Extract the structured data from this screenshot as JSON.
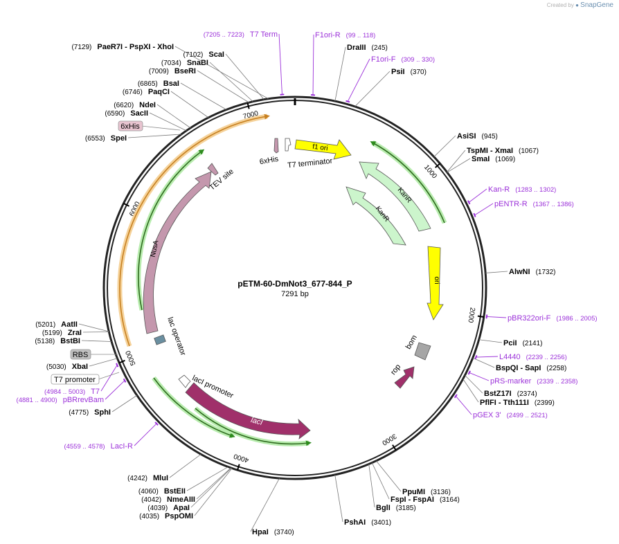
{
  "header": {
    "credit_prefix": "Created by",
    "brand": "SnapGene"
  },
  "plasmid": {
    "name": "pETM-60-DmNot3_677-844_P",
    "size_label": "7291 bp",
    "length": 7291
  },
  "tick_labels": [
    {
      "pos": 1000,
      "label": "1000"
    },
    {
      "pos": 2000,
      "label": "2000"
    },
    {
      "pos": 3000,
      "label": "3000"
    },
    {
      "pos": 4000,
      "label": "4000"
    },
    {
      "pos": 5000,
      "label": "5000"
    },
    {
      "pos": 6000,
      "label": "6000"
    },
    {
      "pos": 7000,
      "label": "7000"
    }
  ],
  "enzyme_sites": [
    {
      "pos": 245,
      "label": "DraIII",
      "pos_text": "(245)"
    },
    {
      "pos": 370,
      "label": "PsiI",
      "pos_text": "(370)"
    },
    {
      "pos": 945,
      "label": "AsiSI",
      "pos_text": "(945)"
    },
    {
      "pos": 1067,
      "label": "TspMI",
      "label2": "XmaI",
      "pos_text": "(1067)"
    },
    {
      "pos": 1069,
      "label": "SmaI",
      "pos_text": "(1069)"
    },
    {
      "pos": 1732,
      "label": "AlwNI",
      "pos_text": "(1732)"
    },
    {
      "pos": 2141,
      "label": "PciI",
      "pos_text": "(2141)"
    },
    {
      "pos": 2258,
      "label": "BspQI",
      "label2": "SapI",
      "pos_text": "(2258)"
    },
    {
      "pos": 2374,
      "label": "BstZ17I",
      "pos_text": "(2374)"
    },
    {
      "pos": 2399,
      "label": "PflFI",
      "label2": "Tth111I",
      "pos_text": "(2399)"
    },
    {
      "pos": 3136,
      "label": "PpuMI",
      "pos_text": "(3136)"
    },
    {
      "pos": 3164,
      "label": "FspI",
      "label2": "FspAI",
      "pos_text": "(3164)"
    },
    {
      "pos": 3185,
      "label": "BglI",
      "pos_text": "(3185)"
    },
    {
      "pos": 3401,
      "label": "PshAI",
      "pos_text": "(3401)"
    },
    {
      "pos": 3740,
      "label": "HpaI",
      "pos_text": "(3740)"
    },
    {
      "pos": 4035,
      "label": "PspOMI",
      "pos_text": "(4035)"
    },
    {
      "pos": 4039,
      "label": "ApaI",
      "pos_text": "(4039)"
    },
    {
      "pos": 4042,
      "label": "NmeAIII",
      "pos_text": "(4042)"
    },
    {
      "pos": 4060,
      "label": "BstEII",
      "pos_text": "(4060)"
    },
    {
      "pos": 4242,
      "label": "MluI",
      "pos_text": "(4242)"
    },
    {
      "pos": 4775,
      "label": "SphI",
      "pos_text": "(4775)"
    },
    {
      "pos": 5030,
      "label": "XbaI",
      "pos_text": "(5030)"
    },
    {
      "pos": 5138,
      "label": "BstBI",
      "pos_text": "(5138)"
    },
    {
      "pos": 5199,
      "label": "ZraI",
      "pos_text": "(5199)"
    },
    {
      "pos": 5201,
      "label": "AatII",
      "pos_text": "(5201)"
    },
    {
      "pos": 6553,
      "label": "SpeI",
      "pos_text": "(6553)"
    },
    {
      "pos": 6590,
      "label": "SacII",
      "pos_text": "(6590)"
    },
    {
      "pos": 6620,
      "label": "NdeI",
      "pos_text": "(6620)"
    },
    {
      "pos": 6746,
      "label": "PaqCI",
      "pos_text": "(6746)"
    },
    {
      "pos": 6865,
      "label": "BsaI",
      "pos_text": "(6865)"
    },
    {
      "pos": 7009,
      "label": "BseRI",
      "pos_text": "(7009)"
    },
    {
      "pos": 7034,
      "label": "SnaBI",
      "pos_text": "(7034)"
    },
    {
      "pos": 7102,
      "label": "ScaI",
      "pos_text": "(7102)"
    },
    {
      "pos": 7129,
      "label": "PaeR7I",
      "label2": "PspXI",
      "label3": "XhoI",
      "pos_text": "(7129)"
    }
  ],
  "primers": [
    {
      "pos": 108,
      "label": "F1ori-R",
      "range": "(99 .. 118)",
      "dir": -1
    },
    {
      "pos": 320,
      "label": "F1ori-F",
      "range": "(309 .. 330)",
      "dir": 1
    },
    {
      "pos": 1292,
      "label": "Kan-R",
      "range": "(1283 .. 1302)",
      "dir": -1
    },
    {
      "pos": 1376,
      "label": "pENTR-R",
      "range": "(1367 .. 1386)",
      "dir": -1
    },
    {
      "pos": 1995,
      "label": "pBR322ori-F",
      "range": "(1986 .. 2005)",
      "dir": 1
    },
    {
      "pos": 2247,
      "label": "L4440",
      "range": "(2239 .. 2256)",
      "dir": -1
    },
    {
      "pos": 2348,
      "label": "pRS-marker",
      "range": "(2339 .. 2358)",
      "dir": -1
    },
    {
      "pos": 2510,
      "label": "pGEX 3'",
      "range": "(2499 .. 2521)",
      "dir": -1
    },
    {
      "pos": 4568,
      "label": "LacI-R",
      "range": "(4559 .. 4578)",
      "dir": 1
    },
    {
      "pos": 4890,
      "label": "pBRrevBam",
      "range": "(4881 .. 4900)",
      "dir": -1
    },
    {
      "pos": 4993,
      "label": "T7",
      "range": "(4984 .. 5003)",
      "dir": 1
    },
    {
      "pos": 7214,
      "label": "T7 Term",
      "range": "(7205 .. 7223)",
      "dir": -1
    }
  ],
  "features": [
    {
      "label": "f1 ori",
      "color": "#ffff00"
    },
    {
      "label": "T7 terminator",
      "color": "#ffffff"
    },
    {
      "label": "6xHis",
      "color": "#c497ad"
    },
    {
      "label": "TEV site",
      "color": "#c497ad"
    },
    {
      "label": "KanR",
      "color": "#ccf5cc"
    },
    {
      "label": "ori",
      "color": "#ffff00"
    },
    {
      "label": "bom",
      "color": "#a6a6a6"
    },
    {
      "label": "rop",
      "color": "#a0306a"
    },
    {
      "label": "lacI",
      "color": "#a0306a"
    },
    {
      "label": "lacI promoter",
      "color": "#ffffff"
    },
    {
      "label": "lac operator",
      "color": "#ffffff"
    },
    {
      "label": "NusA",
      "color": "#c497ad"
    }
  ],
  "boxed_labels": [
    {
      "label": "6xHis",
      "color": "#e8c4d0"
    },
    {
      "label": "RBS",
      "color": "#c0c0c0"
    },
    {
      "label": "T7 promoter",
      "color": "#ffffff"
    }
  ],
  "colors": {
    "enzyme": "#000000",
    "primer": "#9b30d9",
    "green_track": "#2e8b1e",
    "orange_track": "#e8a33c"
  }
}
